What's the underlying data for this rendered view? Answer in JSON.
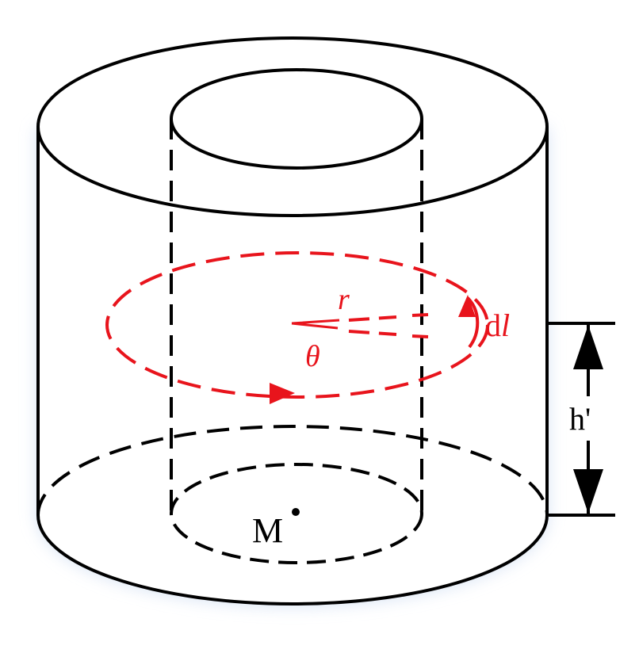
{
  "diagram": {
    "labels": {
      "radius": "r",
      "angle": "θ",
      "element_prefix": "d",
      "element_symbol": "l",
      "height": "h'",
      "point": "M"
    },
    "colors": {
      "stroke": "#000000",
      "highlight": "#e8141c",
      "shadow": "#d6e2f4",
      "background": "#ffffff"
    }
  }
}
